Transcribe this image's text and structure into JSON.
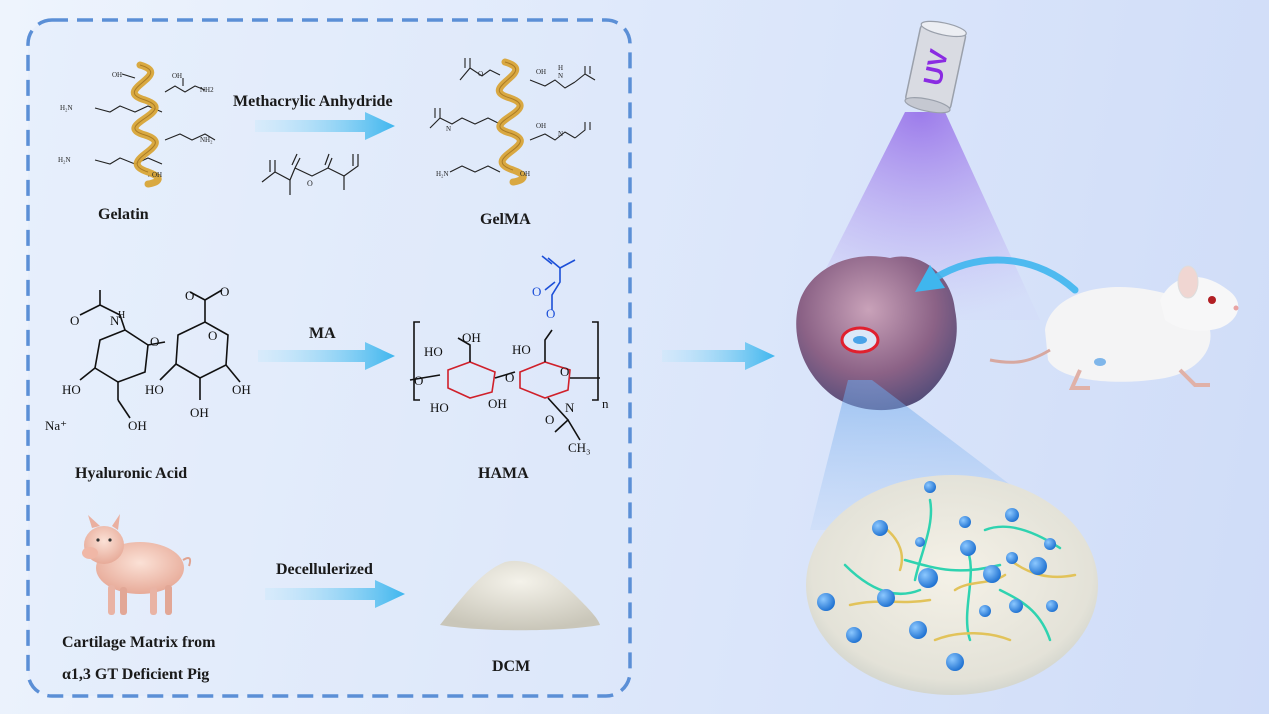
{
  "labels": {
    "gelatin": "Gelatin",
    "gelma": "GelMA",
    "reagent_1": "Methacrylic Anhydride",
    "hyaluronic_acid": "Hyaluronic Acid",
    "hama": "HAMA",
    "reagent_2": "MA",
    "cartilage_line1": "Cartilage Matrix from",
    "cartilage_line2": "α1,3 GT Deficient Pig",
    "reagent_3": "Decellulerized",
    "dcm": "DCM",
    "uv": "UV"
  },
  "chem": {
    "oh": "OH",
    "oh_dash": "OH",
    "nh2": "NH2",
    "h2n": "H₂N",
    "nh2_sub": "NH₂",
    "coo": "O",
    "o": "O",
    "na": "Na⁺",
    "h": "H",
    "n": "N",
    "n_sub": "n",
    "ho": "HO",
    "ch3": "CH₃"
  },
  "colors": {
    "frame_dash": "#5b8fd6",
    "arrow": "#3fb6ee",
    "helix": "#d8a437",
    "uv_light": "#9b6fe8",
    "mouse": "#f3f3f3",
    "tissue": "#8a6a8e",
    "particle": "#2a86e0",
    "fiber_teal": "#2fd3b0",
    "fiber_yellow": "#e2c35a",
    "ma_blue": "#1c4fd8",
    "sugar_red": "#d0202a"
  }
}
